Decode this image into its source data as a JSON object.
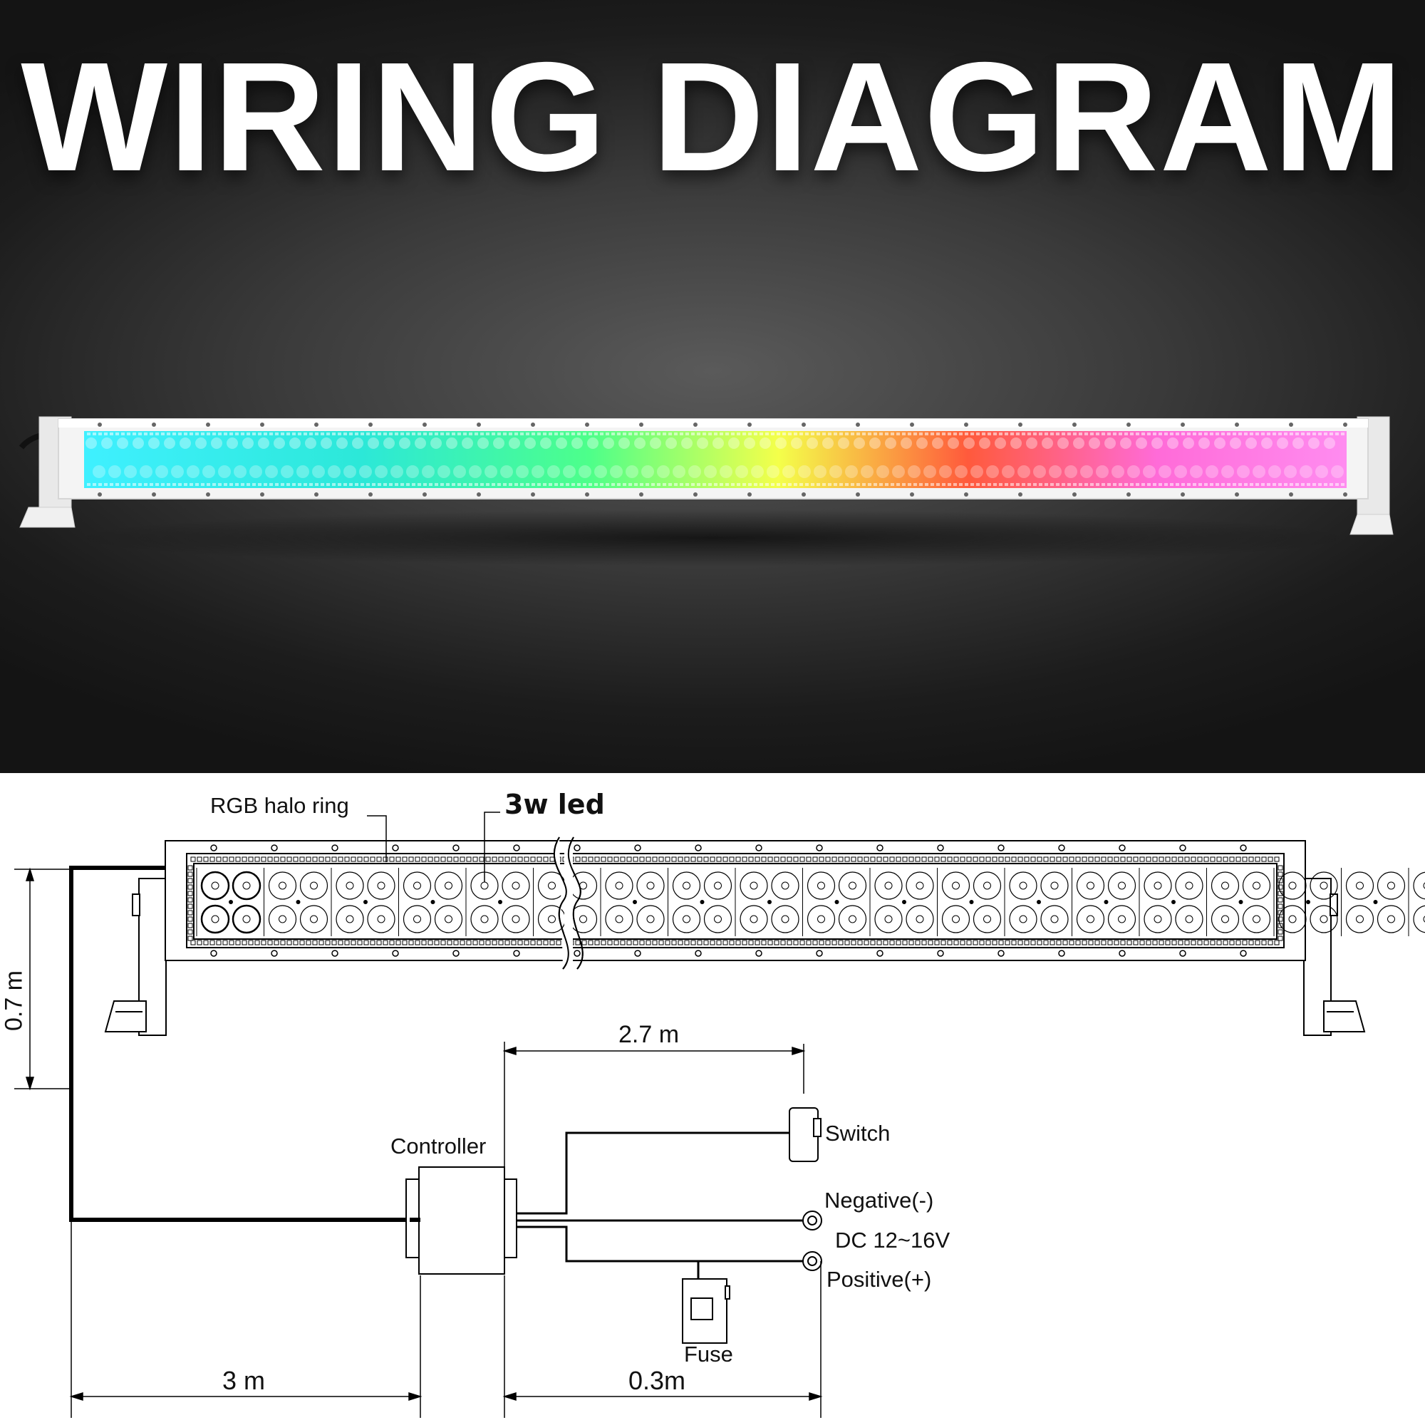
{
  "hero": {
    "title": "WIRING DIAGRAM",
    "background_color": "#2e2e2e",
    "bar_housing_color": "#f2f2f2",
    "gradient_colors": [
      "#3ff0ff",
      "#2ce8d8",
      "#4dff8a",
      "#f4ff4a",
      "#ff5a3c",
      "#ff6bd8",
      "#ff8cf0"
    ]
  },
  "diagram": {
    "labels": {
      "halo_ring": "RGB halo ring",
      "led": "3w led",
      "height": "0.7 m",
      "switch_cable": "2.7 m",
      "switch": "Switch",
      "controller": "Controller",
      "negative": "Negative(-)",
      "voltage": "DC 12~16V",
      "positive": "Positive(+)",
      "fuse": "Fuse",
      "bar_cable": "3 m",
      "power_cable": "0.3m"
    },
    "line_color": "#000000"
  }
}
